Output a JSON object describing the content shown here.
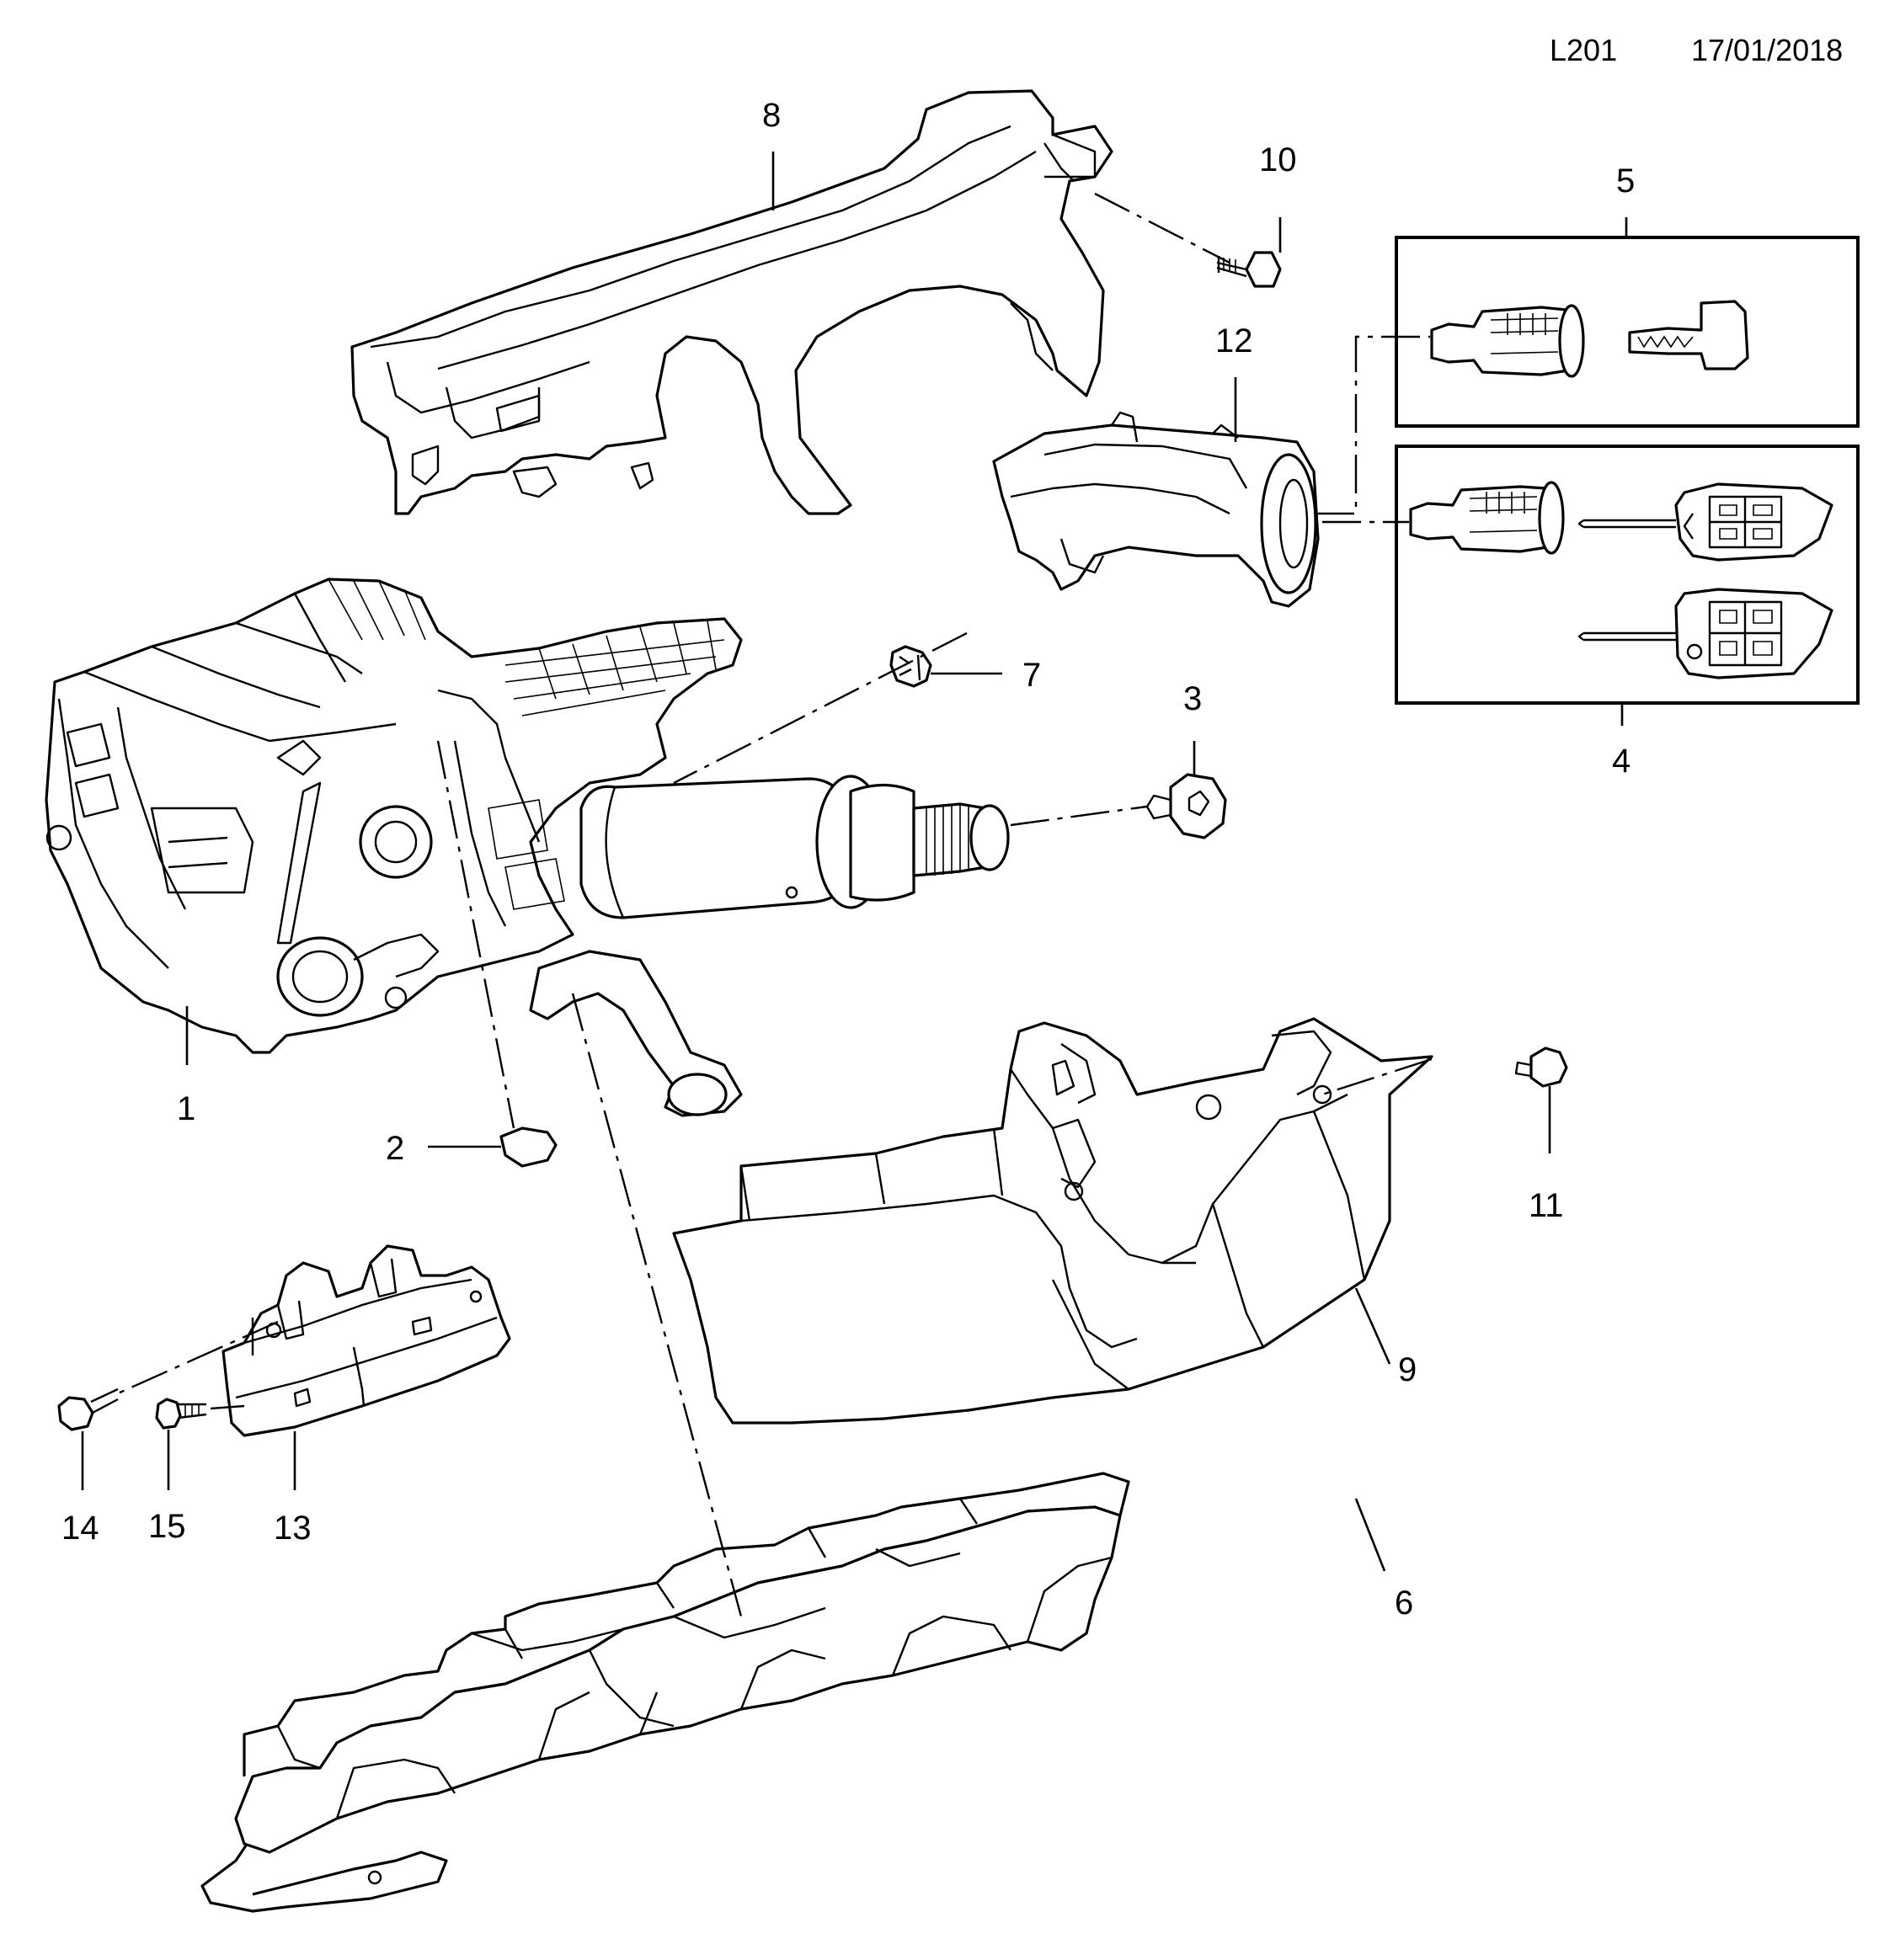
{
  "header": {
    "code": "L201",
    "date": "17/01/2018"
  },
  "callouts": [
    {
      "id": "c1",
      "label": "1"
    },
    {
      "id": "c2",
      "label": "2"
    },
    {
      "id": "c3",
      "label": "3"
    },
    {
      "id": "c4",
      "label": "4"
    },
    {
      "id": "c5",
      "label": "5"
    },
    {
      "id": "c6",
      "label": "6"
    },
    {
      "id": "c7",
      "label": "7"
    },
    {
      "id": "c8",
      "label": "8"
    },
    {
      "id": "c9",
      "label": "9"
    },
    {
      "id": "c10",
      "label": "10"
    },
    {
      "id": "c11",
      "label": "11"
    },
    {
      "id": "c12",
      "label": "12"
    },
    {
      "id": "c13",
      "label": "13"
    },
    {
      "id": "c14",
      "label": "14"
    },
    {
      "id": "c15",
      "label": "15"
    }
  ]
}
